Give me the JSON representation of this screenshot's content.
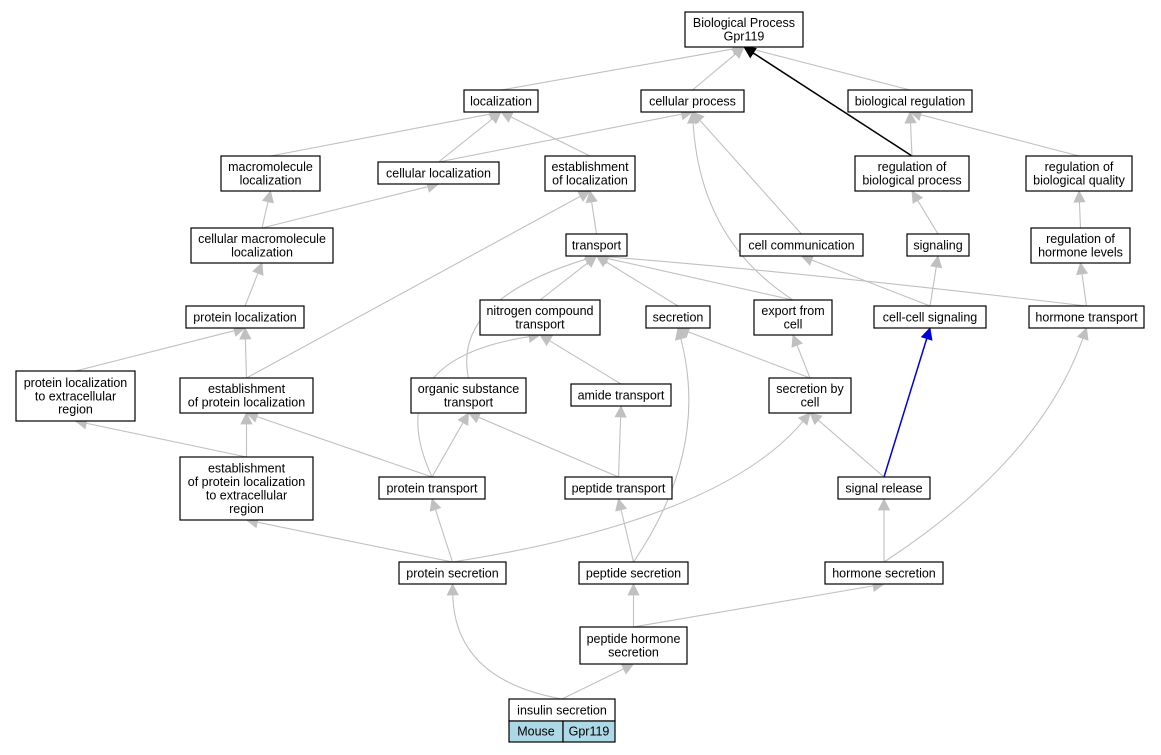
{
  "graph": {
    "nodes": [
      {
        "id": "bp",
        "lines": [
          "Biological Process",
          "Gpr119"
        ]
      },
      {
        "id": "loc",
        "lines": [
          "localization"
        ]
      },
      {
        "id": "cp",
        "lines": [
          "cellular process"
        ]
      },
      {
        "id": "br",
        "lines": [
          "biological regulation"
        ]
      },
      {
        "id": "mml",
        "lines": [
          "macromolecule",
          "localization"
        ]
      },
      {
        "id": "cl",
        "lines": [
          "cellular localization"
        ]
      },
      {
        "id": "eol",
        "lines": [
          "establishment",
          "of localization"
        ]
      },
      {
        "id": "rbp",
        "lines": [
          "regulation of",
          "biological process"
        ]
      },
      {
        "id": "rbq",
        "lines": [
          "regulation of",
          "biological quality"
        ]
      },
      {
        "id": "cmml",
        "lines": [
          "cellular macromolecule",
          "localization"
        ]
      },
      {
        "id": "tr",
        "lines": [
          "transport"
        ]
      },
      {
        "id": "cc",
        "lines": [
          "cell communication"
        ]
      },
      {
        "id": "sig",
        "lines": [
          "signaling"
        ]
      },
      {
        "id": "rhl",
        "lines": [
          "regulation of",
          "hormone levels"
        ]
      },
      {
        "id": "pl",
        "lines": [
          "protein localization"
        ]
      },
      {
        "id": "nct",
        "lines": [
          "nitrogen compound",
          "transport"
        ]
      },
      {
        "id": "sec",
        "lines": [
          "secretion"
        ]
      },
      {
        "id": "efc",
        "lines": [
          "export from",
          "cell"
        ]
      },
      {
        "id": "ccs",
        "lines": [
          "cell-cell signaling"
        ]
      },
      {
        "id": "ht",
        "lines": [
          "hormone transport"
        ]
      },
      {
        "id": "plec",
        "lines": [
          "protein localization",
          "to extracellular",
          "region"
        ]
      },
      {
        "id": "epl",
        "lines": [
          "establishment",
          "of protein localization"
        ]
      },
      {
        "id": "ost",
        "lines": [
          "organic substance",
          "transport"
        ]
      },
      {
        "id": "at",
        "lines": [
          "amide transport"
        ]
      },
      {
        "id": "sbc",
        "lines": [
          "secretion by",
          "cell"
        ]
      },
      {
        "id": "eplec",
        "lines": [
          "establishment",
          "of protein localization",
          "to extracellular",
          "region"
        ]
      },
      {
        "id": "pt",
        "lines": [
          "protein transport"
        ]
      },
      {
        "id": "pept",
        "lines": [
          "peptide transport"
        ]
      },
      {
        "id": "sr",
        "lines": [
          "signal release"
        ]
      },
      {
        "id": "ps",
        "lines": [
          "protein secretion"
        ]
      },
      {
        "id": "peps",
        "lines": [
          "peptide secretion"
        ]
      },
      {
        "id": "hs",
        "lines": [
          "hormone secretion"
        ]
      },
      {
        "id": "phs",
        "lines": [
          "peptide hormone",
          "secretion"
        ]
      },
      {
        "id": "ins",
        "lines": [
          "insulin secretion"
        ],
        "tags": [
          "Mouse",
          "Gpr119"
        ]
      }
    ],
    "edges": [
      {
        "from": "loc",
        "to": "bp",
        "kind": "normal"
      },
      {
        "from": "cp",
        "to": "bp",
        "kind": "normal"
      },
      {
        "from": "br",
        "to": "bp",
        "kind": "normal"
      },
      {
        "from": "rbp",
        "to": "bp",
        "kind": "direct"
      },
      {
        "from": "mml",
        "to": "loc",
        "kind": "normal"
      },
      {
        "from": "cl",
        "to": "loc",
        "kind": "normal"
      },
      {
        "from": "eol",
        "to": "loc",
        "kind": "normal"
      },
      {
        "from": "cl",
        "to": "cp",
        "kind": "normal"
      },
      {
        "from": "efc",
        "to": "cp",
        "kind": "normal"
      },
      {
        "from": "cc",
        "to": "cp",
        "kind": "normal"
      },
      {
        "from": "rbp",
        "to": "br",
        "kind": "normal"
      },
      {
        "from": "rbq",
        "to": "br",
        "kind": "normal"
      },
      {
        "from": "cmml",
        "to": "mml",
        "kind": "normal"
      },
      {
        "from": "cmml",
        "to": "cl",
        "kind": "normal"
      },
      {
        "from": "tr",
        "to": "eol",
        "kind": "normal"
      },
      {
        "from": "epl",
        "to": "eol",
        "kind": "normal"
      },
      {
        "from": "sig",
        "to": "rbp",
        "kind": "normal"
      },
      {
        "from": "rhl",
        "to": "rbq",
        "kind": "normal"
      },
      {
        "from": "pl",
        "to": "cmml",
        "kind": "normal"
      },
      {
        "from": "nct",
        "to": "tr",
        "kind": "normal"
      },
      {
        "from": "sec",
        "to": "tr",
        "kind": "normal"
      },
      {
        "from": "efc",
        "to": "tr",
        "kind": "normal"
      },
      {
        "from": "ht",
        "to": "tr",
        "kind": "normal"
      },
      {
        "from": "ost",
        "to": "tr",
        "kind": "normal"
      },
      {
        "from": "ccs",
        "to": "cc",
        "kind": "normal"
      },
      {
        "from": "ccs",
        "to": "sig",
        "kind": "normal"
      },
      {
        "from": "ht",
        "to": "rhl",
        "kind": "normal"
      },
      {
        "from": "plec",
        "to": "pl",
        "kind": "normal"
      },
      {
        "from": "epl",
        "to": "pl",
        "kind": "normal"
      },
      {
        "from": "at",
        "to": "nct",
        "kind": "normal"
      },
      {
        "from": "pt",
        "to": "nct",
        "kind": "normal"
      },
      {
        "from": "sbc",
        "to": "sec",
        "kind": "normal"
      },
      {
        "from": "sbc",
        "to": "efc",
        "kind": "normal"
      },
      {
        "from": "sr",
        "to": "ccs",
        "kind": "inferred"
      },
      {
        "from": "eplec",
        "to": "plec",
        "kind": "normal"
      },
      {
        "from": "eplec",
        "to": "epl",
        "kind": "normal"
      },
      {
        "from": "pt",
        "to": "epl",
        "kind": "normal"
      },
      {
        "from": "pt",
        "to": "ost",
        "kind": "normal"
      },
      {
        "from": "pept",
        "to": "ost",
        "kind": "normal"
      },
      {
        "from": "pept",
        "to": "at",
        "kind": "normal"
      },
      {
        "from": "sr",
        "to": "sbc",
        "kind": "normal"
      },
      {
        "from": "ps",
        "to": "eplec",
        "kind": "normal"
      },
      {
        "from": "ps",
        "to": "pt",
        "kind": "normal"
      },
      {
        "from": "ps",
        "to": "sbc",
        "kind": "normal"
      },
      {
        "from": "peps",
        "to": "pept",
        "kind": "normal"
      },
      {
        "from": "peps",
        "to": "sec",
        "kind": "normal"
      },
      {
        "from": "hs",
        "to": "sr",
        "kind": "normal"
      },
      {
        "from": "hs",
        "to": "ht",
        "kind": "normal"
      },
      {
        "from": "phs",
        "to": "peps",
        "kind": "normal"
      },
      {
        "from": "phs",
        "to": "hs",
        "kind": "normal"
      },
      {
        "from": "ins",
        "to": "ps",
        "kind": "normal"
      },
      {
        "from": "ins",
        "to": "phs",
        "kind": "normal"
      }
    ]
  },
  "colors": {
    "edge_normal": "#c0c0c0",
    "edge_direct": "#000000",
    "edge_inferred": "#0000e0",
    "tag_fill": "#add8e6",
    "node_stroke": "#000000",
    "node_fill": "#ffffff"
  }
}
